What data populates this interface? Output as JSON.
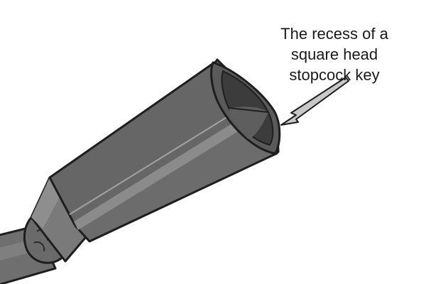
{
  "annotation": {
    "lines": [
      "The recess of a",
      "square head",
      "stopcock key"
    ]
  },
  "illustration": {
    "subject": "square head stopcock key end",
    "colors": {
      "outline": "#1e1e1e",
      "shaft": "#6f6f6f",
      "shaft_highlight": "#8a8a8a",
      "collar": "#7a7a7a",
      "head_top": "#666666",
      "head_front": "#6c6c6c",
      "head_edge": "#8b8b8b",
      "rim": "#5a5a5a",
      "recess_dark": "#3c3c3c",
      "recess_light": "#5e5e5e",
      "arrow_fill": "#c8c8c8"
    }
  }
}
